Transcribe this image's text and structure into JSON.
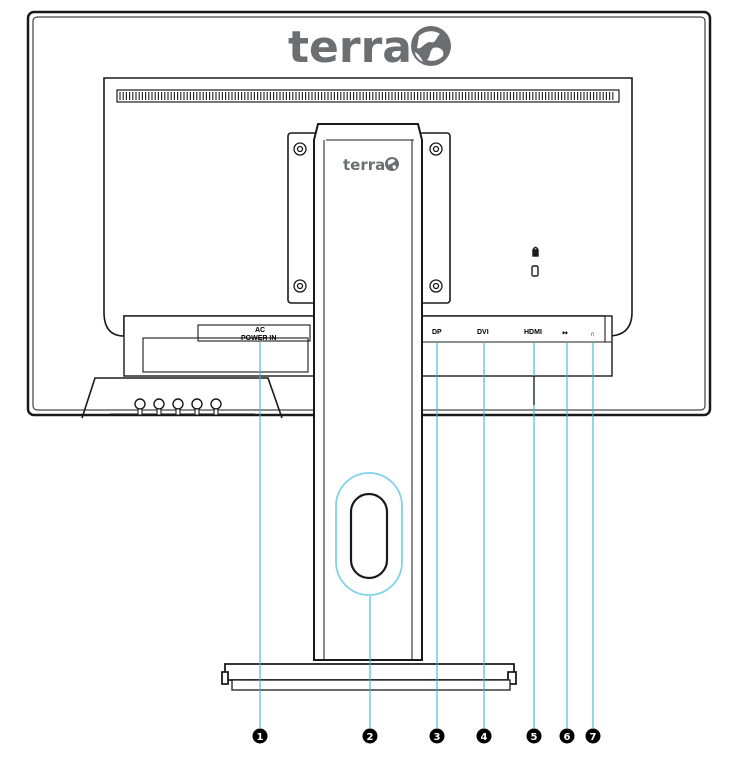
{
  "brand": {
    "name": "terra",
    "colors": {
      "text": "#6b6f72",
      "globe": "#6b6f72"
    }
  },
  "ports": {
    "ac_power": [
      "AC",
      "POWER IN"
    ],
    "dp": "DP",
    "dvi": "DVI",
    "hdmi": "HDMI",
    "audio_in": "↭",
    "headphone": "∩"
  },
  "callouts": [
    "1",
    "2",
    "3",
    "4",
    "5",
    "6",
    "7"
  ],
  "colors": {
    "outline": "#1a1a1a",
    "leader_line": "#3fb4d2",
    "highlight_ring": "#7fd3ea",
    "callout_fill": "#000000"
  }
}
